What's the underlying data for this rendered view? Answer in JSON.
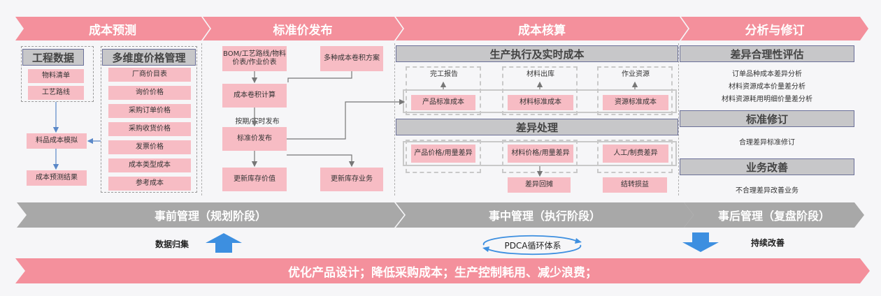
{
  "phases": [
    "成本预测",
    "标准价发布",
    "成本核算",
    "分析与修订"
  ],
  "forecast": {
    "engineering_title": "工程数据",
    "engineering_items": [
      "物料清单",
      "工艺路线"
    ],
    "price_title": "多维度价格管理",
    "price_items": [
      "厂商价目表",
      "询价价格",
      "采购订单价格",
      "采购收货价格",
      "发票价格",
      "成本类型成本",
      "参考成本"
    ],
    "simulate": "料品成本模拟",
    "result": "成本预测结果"
  },
  "standard": {
    "bom": "BOM/工艺路线/物料价表/作业价表",
    "multi_rollup": "多种成本卷积方案",
    "rollup": "成本卷积计算",
    "period_label": "按期/实时发布",
    "publish": "标准价发布",
    "update_inventory_value": "更新库存价值",
    "update_inventory_business": "更新库存业务"
  },
  "accounting": {
    "production_title": "生产执行及实时成本",
    "sources": [
      "完工报告",
      "材料出库",
      "作业资源"
    ],
    "standard_costs": [
      "产品标准成本",
      "材料标准成本",
      "资源标准成本"
    ],
    "variance_title": "差异处理",
    "variances": [
      "产品价格/用量差异",
      "材料价格/用量差异",
      "人工/制费差异"
    ],
    "allocation": "差异回摊",
    "carry_over": "结转损益"
  },
  "analysis": {
    "reasonable_title": "差异合理性评估",
    "reasonable_items": [
      "订单品种成本差异分析",
      "材料资源成本价量差分析",
      "材料资源耗用明细价量差分析"
    ],
    "revise_title": "标准修订",
    "revise_item": "合理差异标准修订",
    "improve_title": "业务改善",
    "improve_item": "不合理差异改善业务"
  },
  "management": [
    "事前管理（规划阶段）",
    "事中管理（执行阶段）",
    "事后管理（复盘阶段）"
  ],
  "footer": {
    "data_collection": "数据归集",
    "pdca": "PDCA循环体系",
    "continuous": "持续改善",
    "banner": "优化产品设计；降低采购成本；生产控制耗用、减少浪费；"
  },
  "colors": {
    "pink": "#f4909c",
    "light_pink": "#f7bcc4",
    "gray": "#a8a8a8",
    "blue": "#3d8fe0",
    "header_border": "#6a6f98"
  }
}
